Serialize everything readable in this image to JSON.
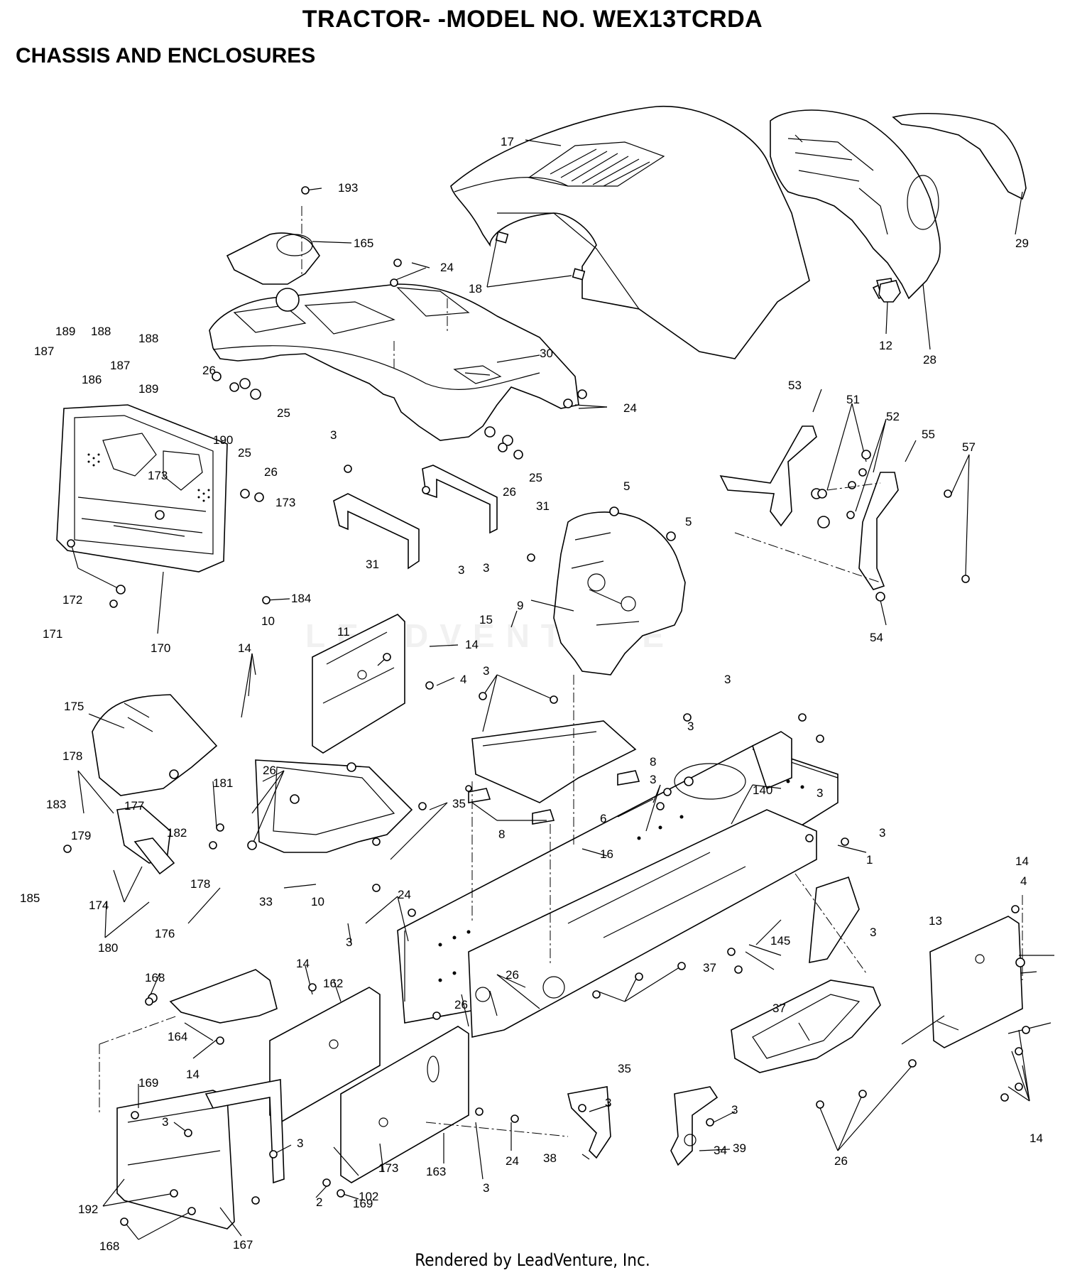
{
  "header": {
    "title": "TRACTOR- -MODEL NO. WEX13TCRDA",
    "subtitle": "CHASSIS AND ENCLOSURES"
  },
  "footer": {
    "credit": "Rendered by LeadVenture, Inc."
  },
  "watermark": {
    "text": "LEADVENTURE"
  },
  "callouts": {
    "c17": "17",
    "c193": "193",
    "c165": "165",
    "c24a": "24",
    "c18": "18",
    "c29": "29",
    "c12": "12",
    "c28": "28",
    "c189a": "189",
    "c188a": "188",
    "c188b": "188",
    "c187a": "187",
    "c187b": "187",
    "c186": "186",
    "c189b": "189",
    "c26a": "26",
    "c25a": "25",
    "c30": "30",
    "c24b": "24",
    "c190": "190",
    "c25b": "25",
    "c26b": "26",
    "c173a": "173",
    "c173b": "173",
    "c3a": "3",
    "c26c": "26",
    "c25c": "25",
    "c31a": "31",
    "c31b": "31",
    "c3b": "3",
    "c53": "53",
    "c51": "51",
    "c52": "52",
    "c55": "55",
    "c57": "57",
    "c5a": "5",
    "c5b": "5",
    "c3c": "3",
    "c9": "9",
    "c54": "54",
    "c172": "172",
    "c171": "171",
    "c184": "184",
    "c10a": "10",
    "c170": "170",
    "c11": "11",
    "c15": "15",
    "c14a": "14",
    "c14b": "14",
    "c4a": "4",
    "c3d": "3",
    "c3e": "3",
    "c175": "175",
    "c3f": "3",
    "c178a": "178",
    "c181": "181",
    "c26d": "26",
    "c35a": "35",
    "c8a": "8",
    "c183": "183",
    "c177": "177",
    "c182": "182",
    "c179": "179",
    "c178b": "178",
    "c185": "185",
    "c3g": "3",
    "c140": "140",
    "c3h": "3",
    "c6": "6",
    "c8b": "8",
    "c3i": "3",
    "c16": "16",
    "c1": "1",
    "c174": "174",
    "c33": "33",
    "c10b": "10",
    "c14c": "14",
    "c4b": "4",
    "c176": "176",
    "c180": "180",
    "c24c": "24",
    "c3j": "3",
    "c3k": "3",
    "c13": "13",
    "c145": "145",
    "c37a": "37",
    "c168a": "168",
    "c14d": "14",
    "c162": "162",
    "c26e": "26",
    "c26f": "26",
    "c37b": "37",
    "c164": "164",
    "c14e": "14",
    "c35b": "35",
    "c169a": "169",
    "c3l": "3",
    "c3m": "3",
    "c3n": "3",
    "c34": "34",
    "c14f": "14",
    "c38": "38",
    "c3o": "3",
    "c39": "39",
    "c173c": "173",
    "c163": "163",
    "c3p": "3",
    "c24d": "24",
    "c26g": "26",
    "c102": "102",
    "c2": "2",
    "c169b": "169",
    "c192": "192",
    "c168b": "168",
    "c167": "167"
  }
}
